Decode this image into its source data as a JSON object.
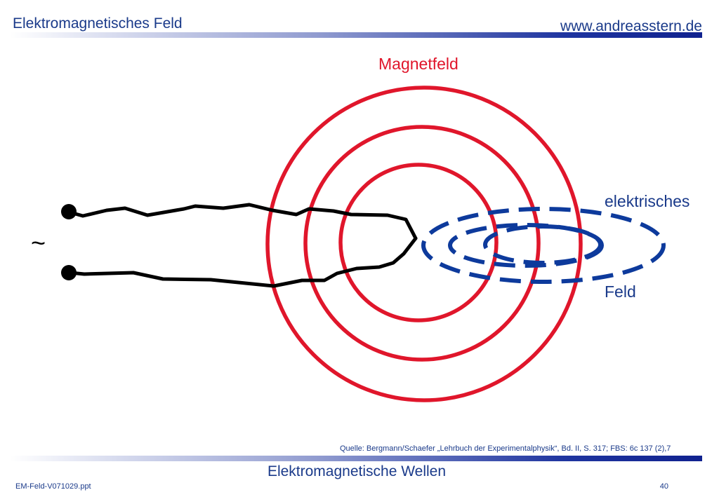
{
  "header": {
    "title": "Elektromagnetisches Feld",
    "website": "www.andreasstern.de"
  },
  "diagram": {
    "magnetic_label": "Magnetfeld",
    "electric_label_line1": "elektrisches",
    "electric_label_line2": "Feld",
    "source_symbol": "~",
    "colors": {
      "magnetic": "#e0162b",
      "electric": "#0d3a9c",
      "wire": "#000000"
    }
  },
  "footer": {
    "source": "Quelle: Bergmann/Schaefer „Lehrbuch der Experimentalphysik“, Bd. II, S. 317; FBS: 6c 137 (2),7",
    "title": "Elektromagnetische Wellen",
    "file": "EM-Feld-V071029.ppt",
    "page": "40"
  }
}
